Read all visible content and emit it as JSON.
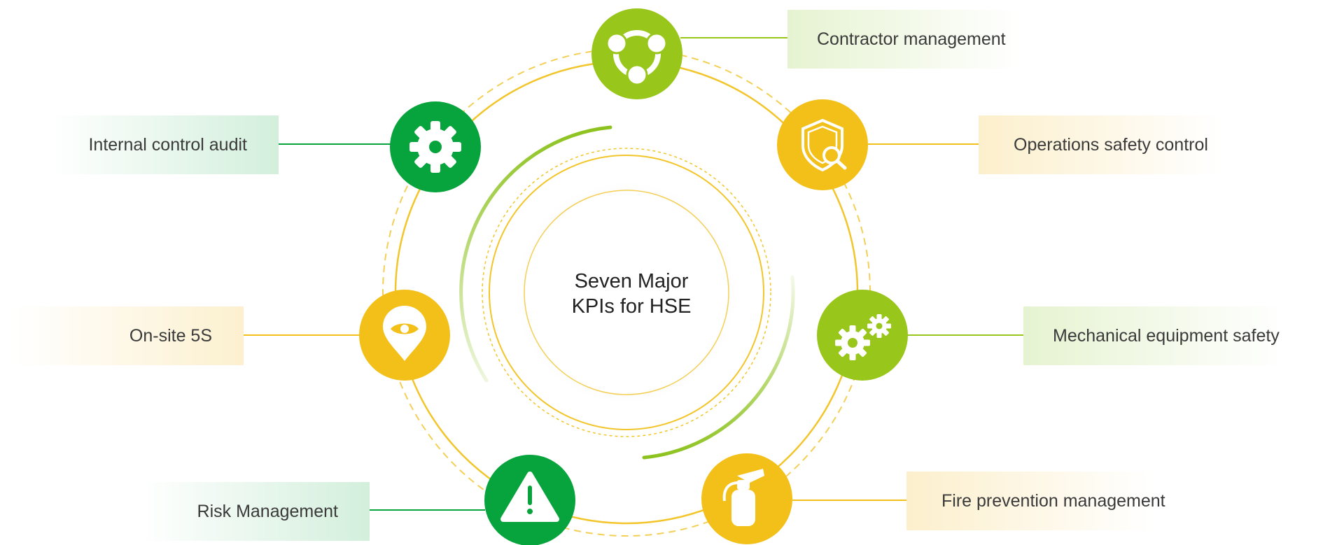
{
  "title": {
    "line1": "Seven Major",
    "line2": "KPIs for HSE"
  },
  "colors": {
    "green": "#07a33c",
    "lime": "#99c61a",
    "yellow": "#f2c018"
  },
  "kpis": [
    {
      "label": "Contractor management",
      "icon": "network-nodes-icon",
      "color": "lime"
    },
    {
      "label": "Operations safety control",
      "icon": "shield-search-icon",
      "color": "yellow"
    },
    {
      "label": "Mechanical equipment safety",
      "icon": "gears-icon",
      "color": "lime"
    },
    {
      "label": "Fire prevention management",
      "icon": "fire-extinguisher-icon",
      "color": "yellow"
    },
    {
      "label": "Risk Management",
      "icon": "warning-icon",
      "color": "green"
    },
    {
      "label": "On-site 5S",
      "icon": "location-eye-icon",
      "color": "yellow"
    },
    {
      "label": "Internal control audit",
      "icon": "gear-icon",
      "color": "green"
    }
  ]
}
